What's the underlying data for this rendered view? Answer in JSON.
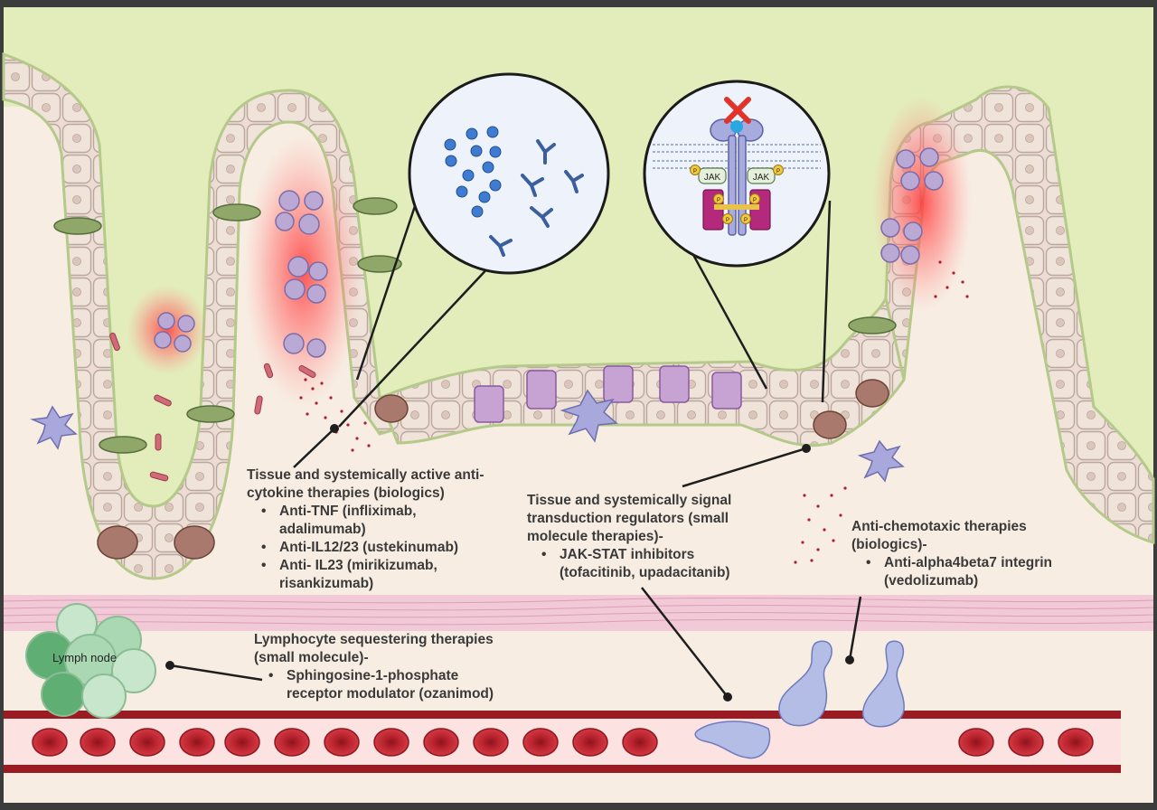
{
  "palette": {
    "lumen": "#e3edbb",
    "tissue": "#f8ede2",
    "epithelium": "#ead9cf",
    "vessel_wall": "#9a1c22",
    "rbc": "#c8323c",
    "leukocyte": "#a7b3df",
    "inflammation": "#ff5050"
  },
  "inset_left": {
    "icons": [
      "cytokine-particle-icon",
      "antibody-icon"
    ]
  },
  "inset_right": {
    "jak_left": "JAK",
    "jak_right": "JAK",
    "phospho": "P",
    "block_mark": "red-x-icon"
  },
  "labels": {
    "anticytokine": {
      "heading_line1": "Tissue and systemically active anti-",
      "heading_line2": "cytokine therapies (biologics)",
      "items": [
        {
          "line1": "Anti-TNF (infliximab,",
          "line2": "adalimumab)"
        },
        {
          "line1": "Anti-IL12/23 (ustekinumab)",
          "line2": ""
        },
        {
          "line1": "Anti- IL23 (mirikizumab,",
          "line2": "risankizumab)"
        }
      ]
    },
    "signal": {
      "heading_line1": "Tissue and systemically signal",
      "heading_line2": "transduction regulators (small",
      "heading_line3": "molecule therapies)-",
      "items": [
        {
          "line1": "JAK-STAT inhibitors",
          "line2": "(tofacitinib, upadacitanib)"
        }
      ]
    },
    "antichemotaxic": {
      "heading_line1": "Anti-chemotaxic therapies",
      "heading_line2": "(biologics)-",
      "items": [
        {
          "line1": "Anti-alpha4beta7 integrin",
          "line2": "(vedolizumab)"
        }
      ]
    },
    "lymphocyte": {
      "heading_line1": "Lymphocyte sequestering therapies",
      "heading_line2": "(small molecule)-",
      "items": [
        {
          "line1": "Sphingosine-1-phosphate",
          "line2": "receptor modulator (ozanimod)"
        }
      ]
    },
    "lymph_node": "Lymph node"
  }
}
